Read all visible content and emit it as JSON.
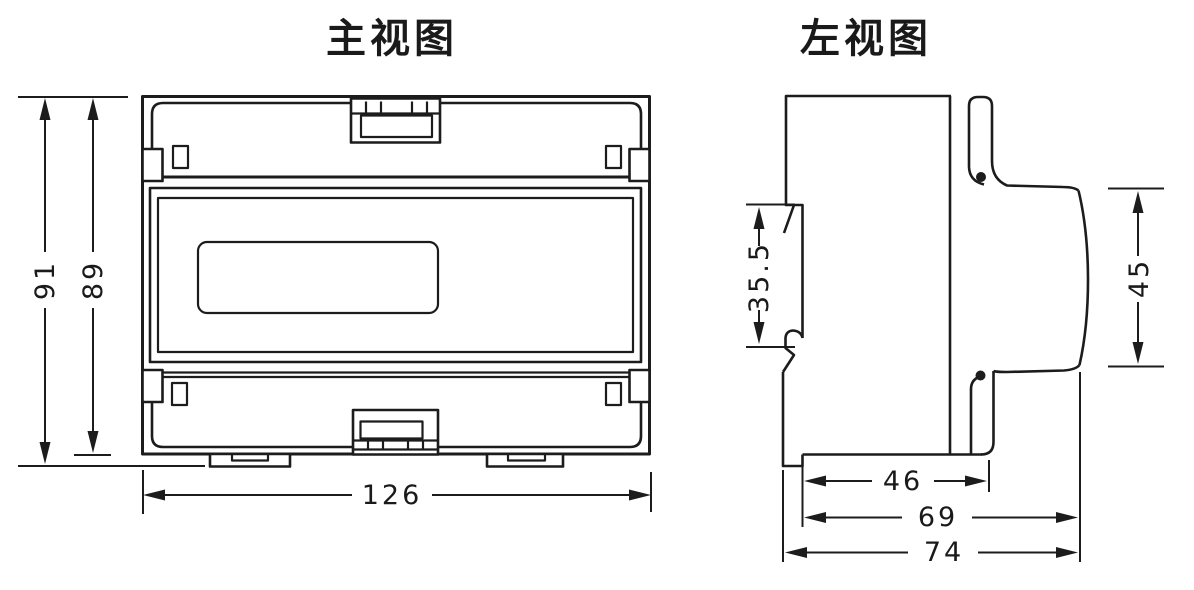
{
  "drawing": {
    "background": "#ffffff",
    "line_color": "#1c1c1c"
  },
  "front_view": {
    "title": "主视图",
    "dim_height_overall": "91",
    "dim_height_body": "89",
    "dim_width": "126"
  },
  "left_view": {
    "title": "左视图",
    "dim_rail_slot": "35.5",
    "dim_front_panel_height": "45",
    "dim_depth_body": "46",
    "dim_depth_mid": "69",
    "dim_depth_overall": "74"
  }
}
